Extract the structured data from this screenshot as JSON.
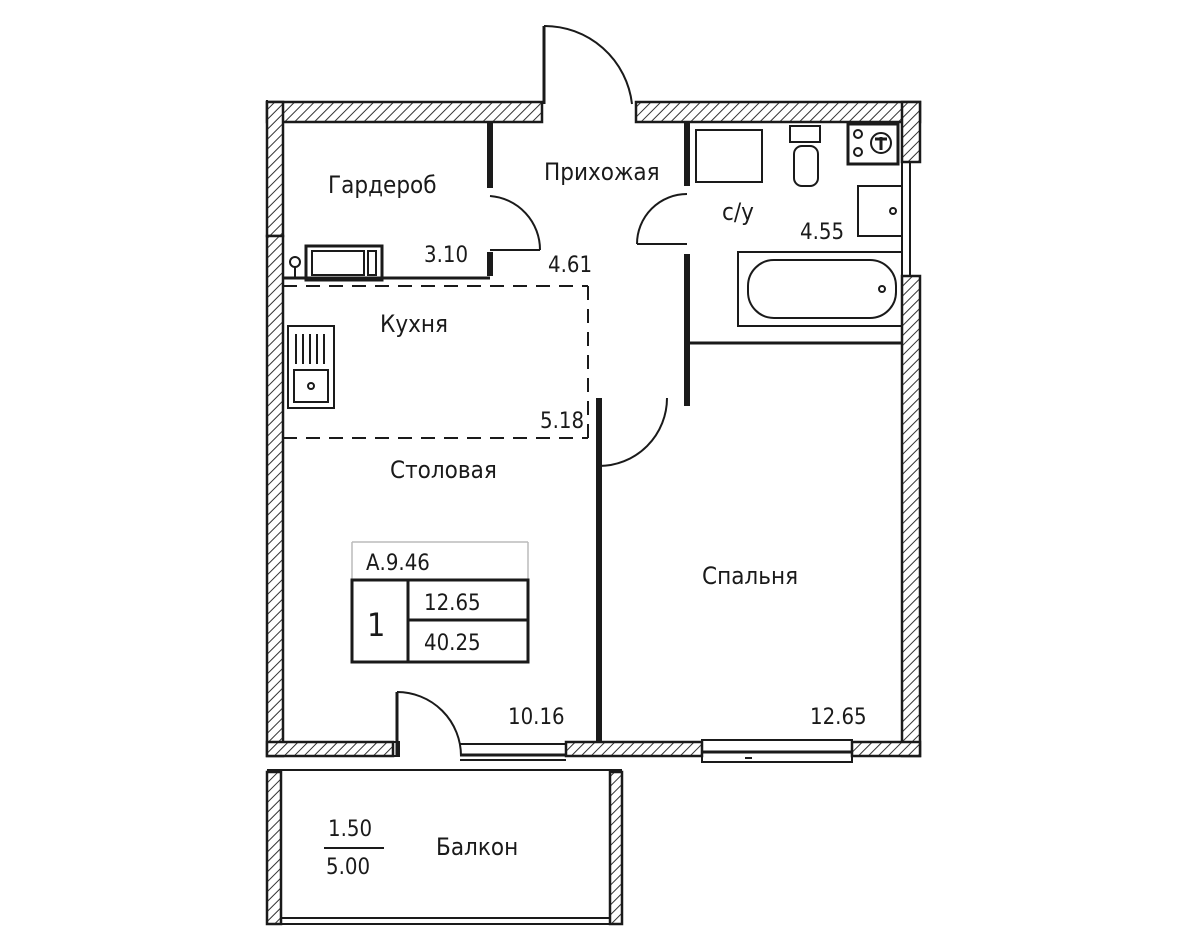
{
  "rooms": {
    "wardrobe": {
      "name": "Гардероб",
      "area": "3.10"
    },
    "hallway": {
      "name": "Прихожая",
      "area": "4.61"
    },
    "bathroom": {
      "name": "с/у",
      "area": "4.55"
    },
    "kitchen": {
      "name": "Кухня",
      "area": "5.18"
    },
    "dining": {
      "name": "Столовая",
      "area": "10.16"
    },
    "bedroom": {
      "name": "Спальня",
      "area": "12.65"
    },
    "balcony": {
      "name": "Балкон",
      "area_top": "1.50",
      "area_bottom": "5.00"
    }
  },
  "info_box": {
    "code": "А.9.46",
    "rooms_count": "1",
    "living_area": "12.65",
    "total_area": "40.25"
  }
}
